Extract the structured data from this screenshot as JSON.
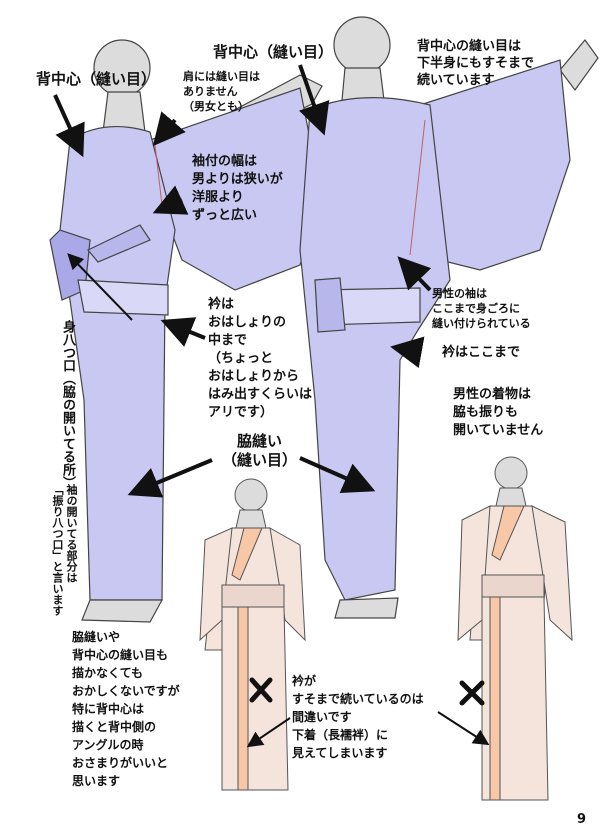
{
  "labels": {
    "back_center_left": "背中心（縫い目）",
    "shoulder_seam": [
      "肩には縫い目は",
      "ありません",
      "（男女とも）"
    ],
    "back_center_top": "背中心（縫い目）",
    "back_seam_continues": [
      "背中心の縫い目は",
      "下半身にもすそまで",
      "続いています"
    ],
    "sleeve_width": [
      "袖付の幅は",
      "男よりは狭いが",
      "洋服より",
      "ずっと広い"
    ],
    "mens_sleeve": [
      "男性の袖は",
      "ここまで身ごろに",
      "縫い付けられている"
    ],
    "collar_ohashori": [
      "衿は",
      "おはしょりの",
      "中まで",
      "（ちょっと",
      "おはしょりから",
      "はみ出すくらいは",
      "アリです）"
    ],
    "collar_here": "衿はここまで",
    "mens_kimono": [
      "男性の着物は",
      "脇も振りも",
      "開いていません"
    ],
    "side_seam": [
      "脇縫い",
      "（縫い目）"
    ],
    "miyatsuguchi": "身八つ口（脇の開いてる所）",
    "furiyatsuguchi": [
      "「振り八つ口」と言います",
      "袖の開いてる部分は"
    ],
    "seam_note": [
      "脇縫いや",
      "背中心の縫い目も",
      "描かなくても",
      "おかしくないですが",
      "特に背中心は",
      "描くと背中側の",
      "アングルの時",
      "おさまりがいいと",
      "思います"
    ],
    "collar_wrong": [
      "衿が",
      "すそまで続いているのは",
      "間違いです",
      "下着（長襦袢）に",
      "見えてしまいます"
    ],
    "page_number": "9"
  },
  "colors": {
    "garment_main": "#c9c8f2",
    "garment_shadow": "#aaa8e6",
    "collar_accent": "#f7c7a8",
    "mannequin": "#dcdcdc",
    "seam_line": "#c0606a"
  }
}
